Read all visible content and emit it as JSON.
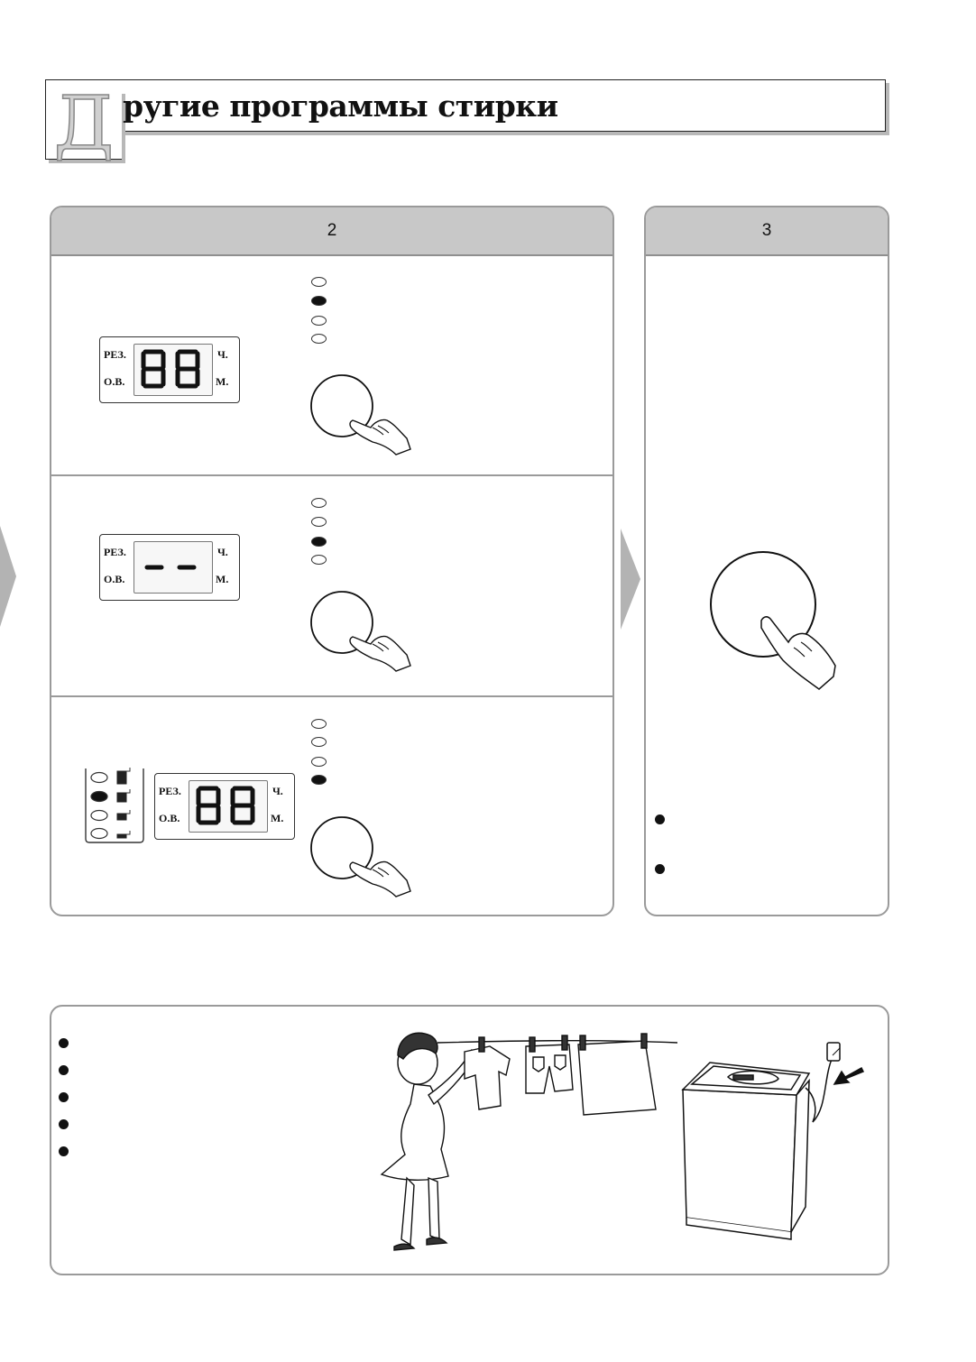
{
  "title": {
    "initial": "Д",
    "rest": "ругие программы стирки"
  },
  "panel_left": {
    "step": "2",
    "rows": [
      {
        "display": {
          "top_left": "РЕЗ.",
          "bottom_left": "О.В.",
          "top_right": "Ч.",
          "bottom_right": "М.",
          "digits": "88"
        },
        "active_led": 2
      },
      {
        "display": {
          "top_left": "РЕЗ.",
          "bottom_left": "О.В.",
          "top_right": "Ч.",
          "bottom_right": "М.",
          "digits": "- -"
        },
        "active_led": 3
      },
      {
        "display": {
          "top_left": "РЕЗ.",
          "bottom_left": "О.В.",
          "top_right": "Ч.",
          "bottom_right": "М.",
          "digits": "88"
        },
        "active_led": 4
      }
    ]
  },
  "panel_right": {
    "step": "3"
  },
  "icons": [
    "hand-press-icon",
    "chevron-right-icon",
    "water-level-icon",
    "laundry-line-illustration",
    "washing-machine-illustration"
  ]
}
